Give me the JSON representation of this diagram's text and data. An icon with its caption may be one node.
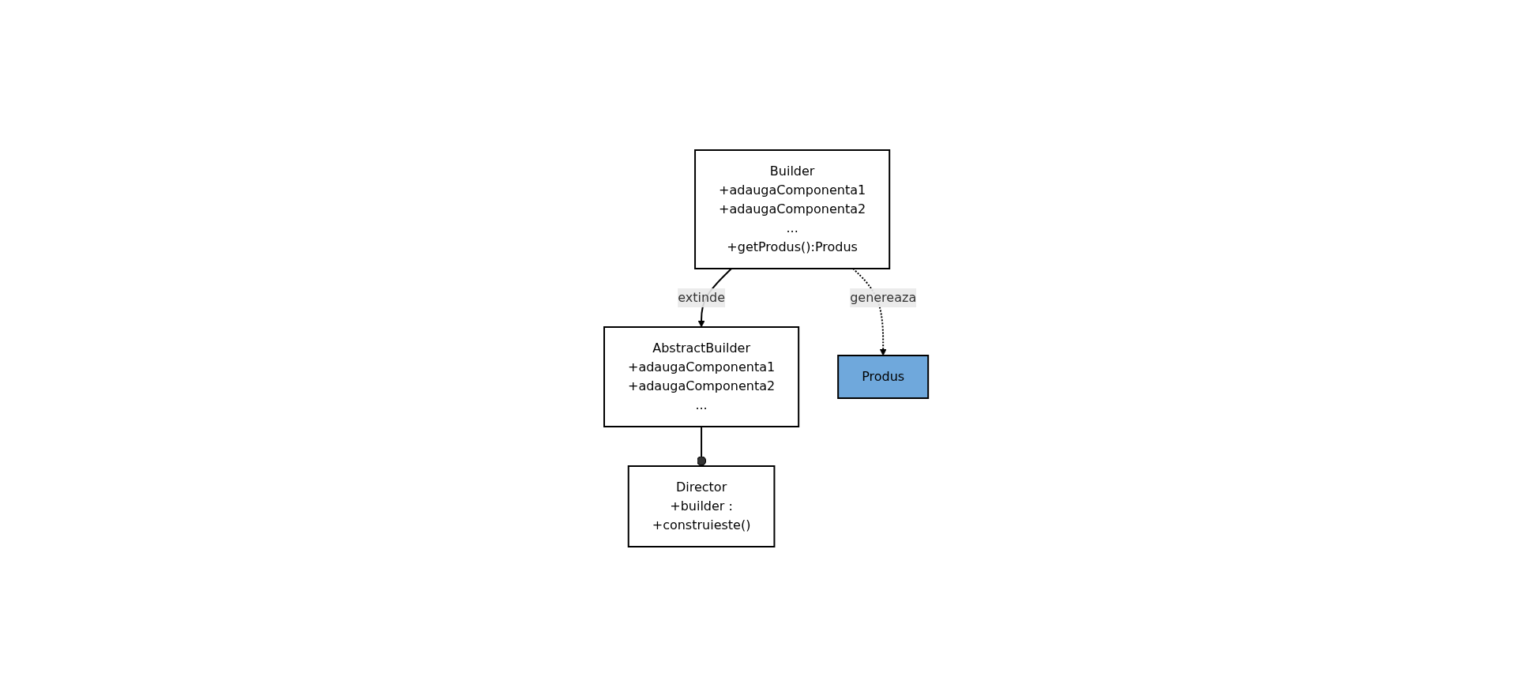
{
  "diagram": {
    "nodes": [
      {
        "text": [
          "Director",
          "+builder :",
          "+construieste()"
        ]
      },
      {
        "text": [
          "AbstractBuilder",
          "+adaugaComponenta1",
          "+adaugaComponenta2",
          "..."
        ]
      },
      {
        "text": [
          "Builder",
          "+adaugaComponenta1",
          "+adaugaComponenta2",
          "...",
          "+getProdus():Produs"
        ]
      },
      {
        "text": [
          "Produs"
        ]
      }
    ],
    "edges": [
      {
        "from": 1,
        "to": 0,
        "arrow": "other"
      },
      {
        "from": 2,
        "to": 1,
        "arrow": "to",
        "label": "extinde"
      },
      {
        "from": 2,
        "to": 3,
        "arrow": "to",
        "label": "genereaza",
        "style": "dashed"
      }
    ]
  }
}
